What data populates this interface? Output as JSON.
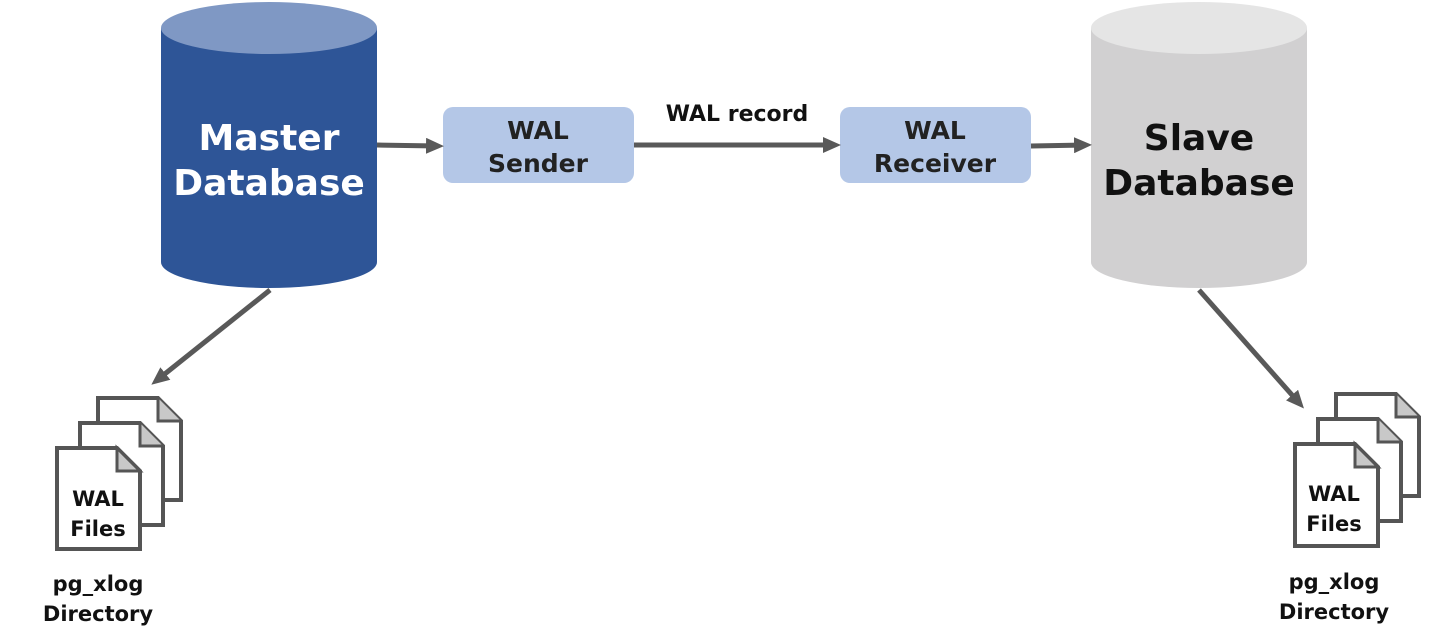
{
  "master": {
    "line1": "Master",
    "line2": "Database"
  },
  "slave": {
    "line1": "Slave",
    "line2": "Database"
  },
  "wal_sender": {
    "line1": "WAL",
    "line2": "Sender"
  },
  "wal_receiver": {
    "line1": "WAL",
    "line2": "Receiver"
  },
  "wal_record_label": "WAL record",
  "left_files": {
    "line1": "WAL",
    "line2": "Files",
    "dir_line1": "pg_xlog",
    "dir_line2": "Directory"
  },
  "right_files": {
    "line1": "WAL",
    "line2": "Files",
    "dir_line1": "pg_xlog",
    "dir_line2": "Directory"
  },
  "colors": {
    "master_body": "#2e5597",
    "master_top": "#7f98c4",
    "slave_body": "#d1d0d1",
    "slave_top": "#e5e5e5",
    "process_box": "#b4c7e7",
    "arrow": "#595959",
    "text_dark": "#222222",
    "text_light": "#ffffff"
  }
}
